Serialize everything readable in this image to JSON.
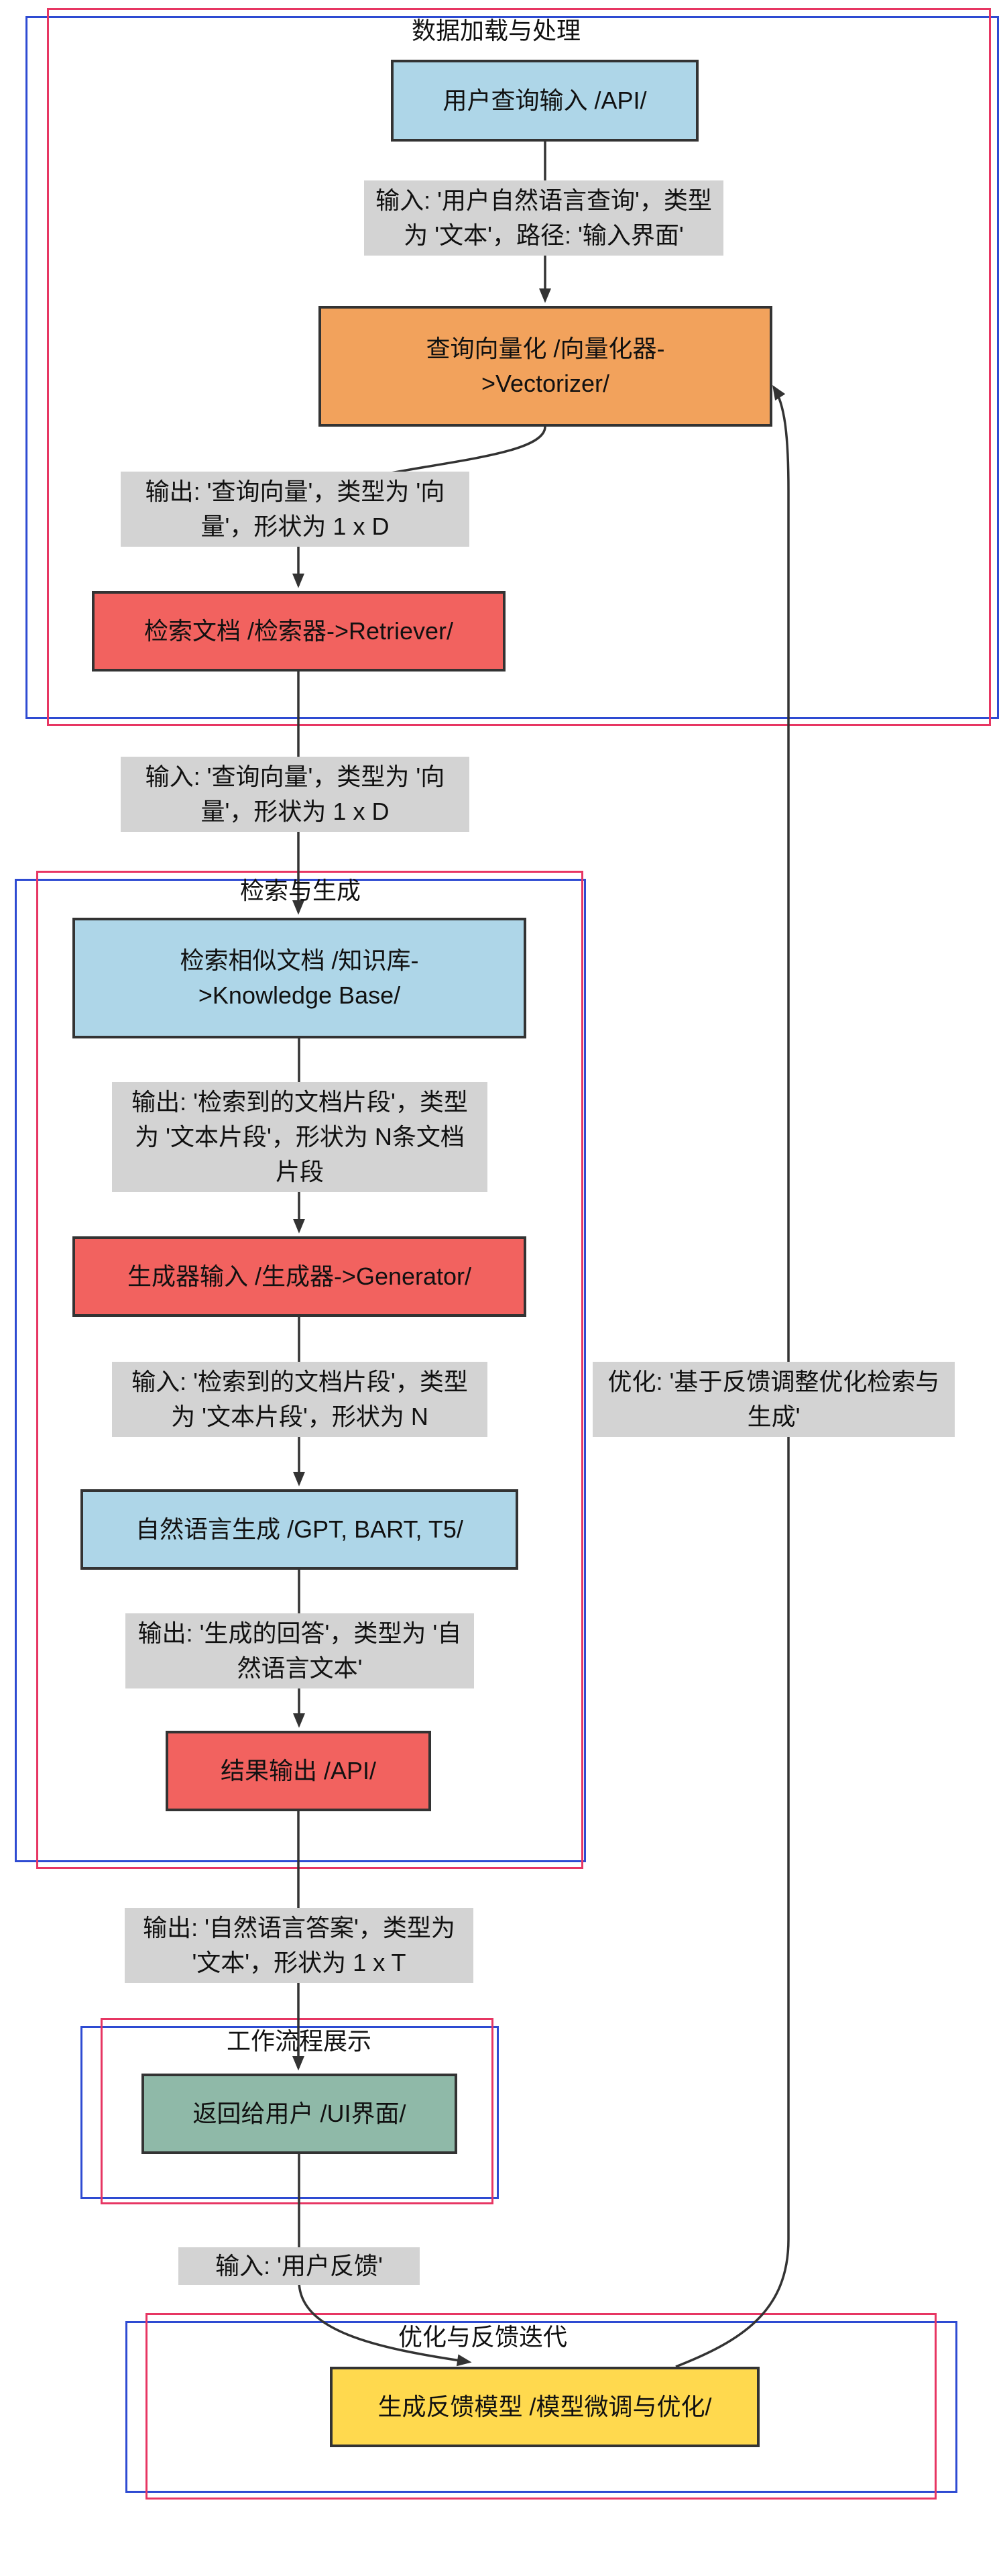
{
  "diagram": {
    "clusters": [
      {
        "id": "data-processing",
        "title": "数据加载与处理"
      },
      {
        "id": "retrieval-generation",
        "title": "检索与生成"
      },
      {
        "id": "workflow-display",
        "title": "工作流程展示"
      },
      {
        "id": "feedback-iteration",
        "title": "优化与反馈迭代"
      }
    ],
    "nodes": [
      {
        "id": "user-query-input",
        "fill": "#aed6e8",
        "lines": [
          "用户查询输入 /API/"
        ]
      },
      {
        "id": "query-vectorizer",
        "fill": "#f2a25c",
        "lines": [
          "查询向量化 /向量化器-",
          ">Vectorizer/"
        ]
      },
      {
        "id": "retrieve-docs",
        "fill": "#f2625f",
        "lines": [
          "检索文档 /检索器->Retriever/"
        ]
      },
      {
        "id": "retrieve-similar",
        "fill": "#aed6e8",
        "lines": [
          "检索相似文档 /知识库-",
          ">Knowledge Base/"
        ]
      },
      {
        "id": "generator-input",
        "fill": "#f2625f",
        "lines": [
          "生成器输入 /生成器->Generator/"
        ]
      },
      {
        "id": "natural-language-gen",
        "fill": "#aed6e8",
        "lines": [
          "自然语言生成 /GPT, BART, T5/"
        ]
      },
      {
        "id": "result-output",
        "fill": "#f2625f",
        "lines": [
          "结果输出 /API/"
        ]
      },
      {
        "id": "return-to-user",
        "fill": "#8fb9a8",
        "lines": [
          "返回给用户 /UI界面/"
        ]
      },
      {
        "id": "feedback-model",
        "fill": "#ffd94e",
        "lines": [
          "生成反馈模型 /模型微调与优化/"
        ]
      }
    ],
    "edge_labels": [
      {
        "id": "input-user-nl-query",
        "lines": [
          "输入: '用户自然语言查询'，类型",
          "为 '文本'，路径: '输入界面'"
        ]
      },
      {
        "id": "output-query-vector",
        "lines": [
          "输出: '查询向量'，类型为 '向",
          "量'，形状为 1 x D"
        ]
      },
      {
        "id": "input-query-vector",
        "lines": [
          "输入: '查询向量'，类型为 '向",
          "量'，形状为 1 x D"
        ]
      },
      {
        "id": "output-retrieved-fragments",
        "lines": [
          "输出: '检索到的文档片段'，类型",
          "为 '文本片段'，形状为 N条文档",
          "片段"
        ]
      },
      {
        "id": "input-retrieved-fragments",
        "lines": [
          "输入: '检索到的文档片段'，类型",
          "为 '文本片段'，形状为 N"
        ]
      },
      {
        "id": "output-generated-answer",
        "lines": [
          "输出: '生成的回答'，类型为 '自",
          "然语言文本'"
        ]
      },
      {
        "id": "output-nl-answer",
        "lines": [
          "输出: '自然语言答案'，类型为",
          "'文本'，形状为 1 x T"
        ]
      },
      {
        "id": "input-user-feedback",
        "lines": [
          "输入: '用户反馈'"
        ]
      },
      {
        "id": "feedback-optimization",
        "lines": [
          "优化: '基于反馈调整优化检索与",
          "生成'"
        ]
      }
    ],
    "colors": {
      "cluster_blue": "#2e4bd2",
      "cluster_pink": "#e73663",
      "node_border": "#333333",
      "node_blue": "#aed6e8",
      "node_orange": "#f2a25c",
      "node_red": "#f2625f",
      "node_teal": "#8fb9a8",
      "node_yellow": "#ffd94e",
      "edge_label_bg": "#d3d3d3",
      "edge_line": "#333333",
      "text": "#111111",
      "background": "#ffffff"
    }
  }
}
